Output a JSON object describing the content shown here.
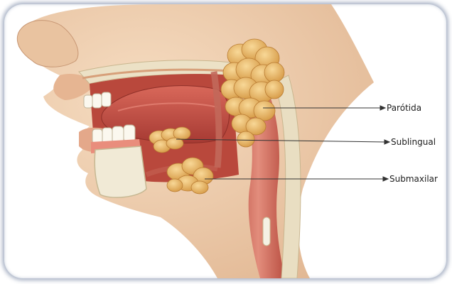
{
  "labels": {
    "parotida": "Parótida",
    "sublingual": "Sublingual",
    "submaxilar": "Submaxilar"
  },
  "colors": {
    "skin": "#efd1b3",
    "skin_shadow": "#dbb08c",
    "gland": "#f0c274",
    "gland_shadow": "#c98f3c",
    "tongue": "#c8564a",
    "mucosa": "#d86b5e",
    "bone": "#eee6cf",
    "leader_line": "#333333"
  }
}
